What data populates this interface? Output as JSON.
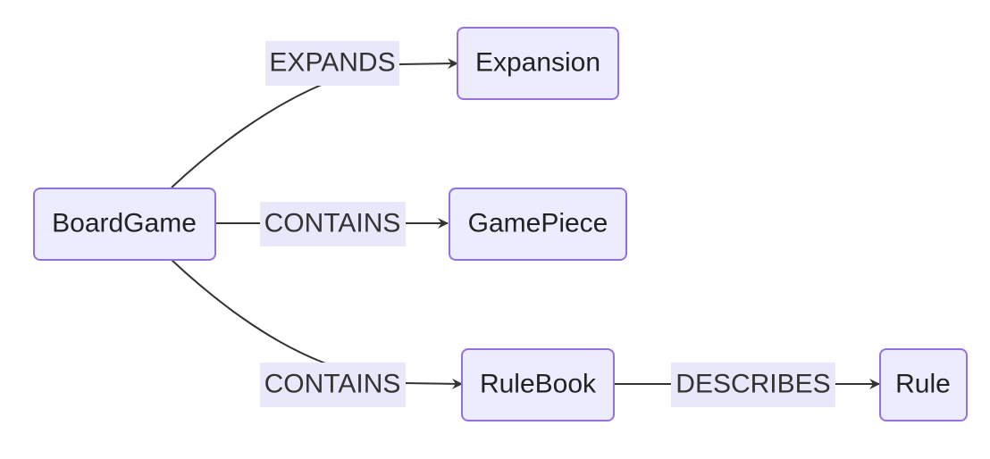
{
  "diagram": {
    "colors": {
      "node_fill": "#ECECFF",
      "node_stroke": "#9370DB",
      "edge": "#333333",
      "label_background": "#E8E8FA"
    },
    "nodes": {
      "boardgame": "BoardGame",
      "expansion": "Expansion",
      "gamepiece": "GamePiece",
      "rulebook": "RuleBook",
      "rule": "Rule"
    },
    "edges": [
      {
        "from": "BoardGame",
        "to": "Expansion",
        "label": "EXPANDS"
      },
      {
        "from": "BoardGame",
        "to": "GamePiece",
        "label": "CONTAINS"
      },
      {
        "from": "BoardGame",
        "to": "RuleBook",
        "label": "CONTAINS"
      },
      {
        "from": "RuleBook",
        "to": "Rule",
        "label": "DESCRIBES"
      }
    ]
  }
}
